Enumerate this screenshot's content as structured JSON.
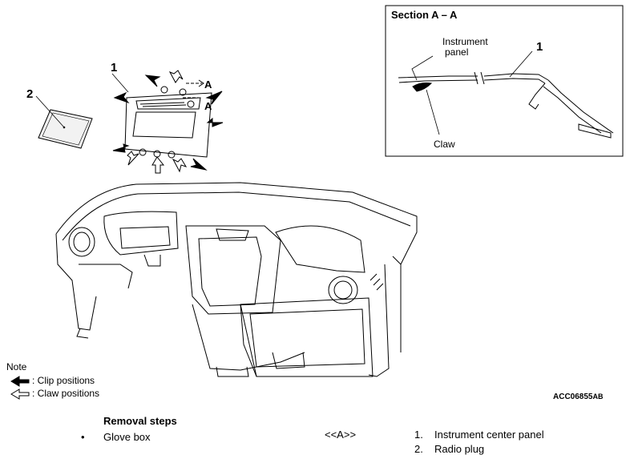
{
  "section": {
    "title": "Section A – A",
    "label_panel": "Instrument\npanel",
    "label_claw": "Claw",
    "callout_1": "1"
  },
  "callouts": {
    "part1": "1",
    "part2": "2",
    "section_a_top": "A",
    "section_a_bottom": "A"
  },
  "note": {
    "title": "Note",
    "clip": ": Clip positions",
    "claw": ": Claw positions"
  },
  "figure_code": {
    "main": "ACC06855",
    "suffix": "AB"
  },
  "removal": {
    "title": "Removal steps",
    "bullet_step": "Glove box",
    "ref": "<<A>>",
    "steps": [
      {
        "num": "1.",
        "text": "Instrument center panel"
      },
      {
        "num": "2.",
        "text": "Radio plug"
      }
    ]
  }
}
